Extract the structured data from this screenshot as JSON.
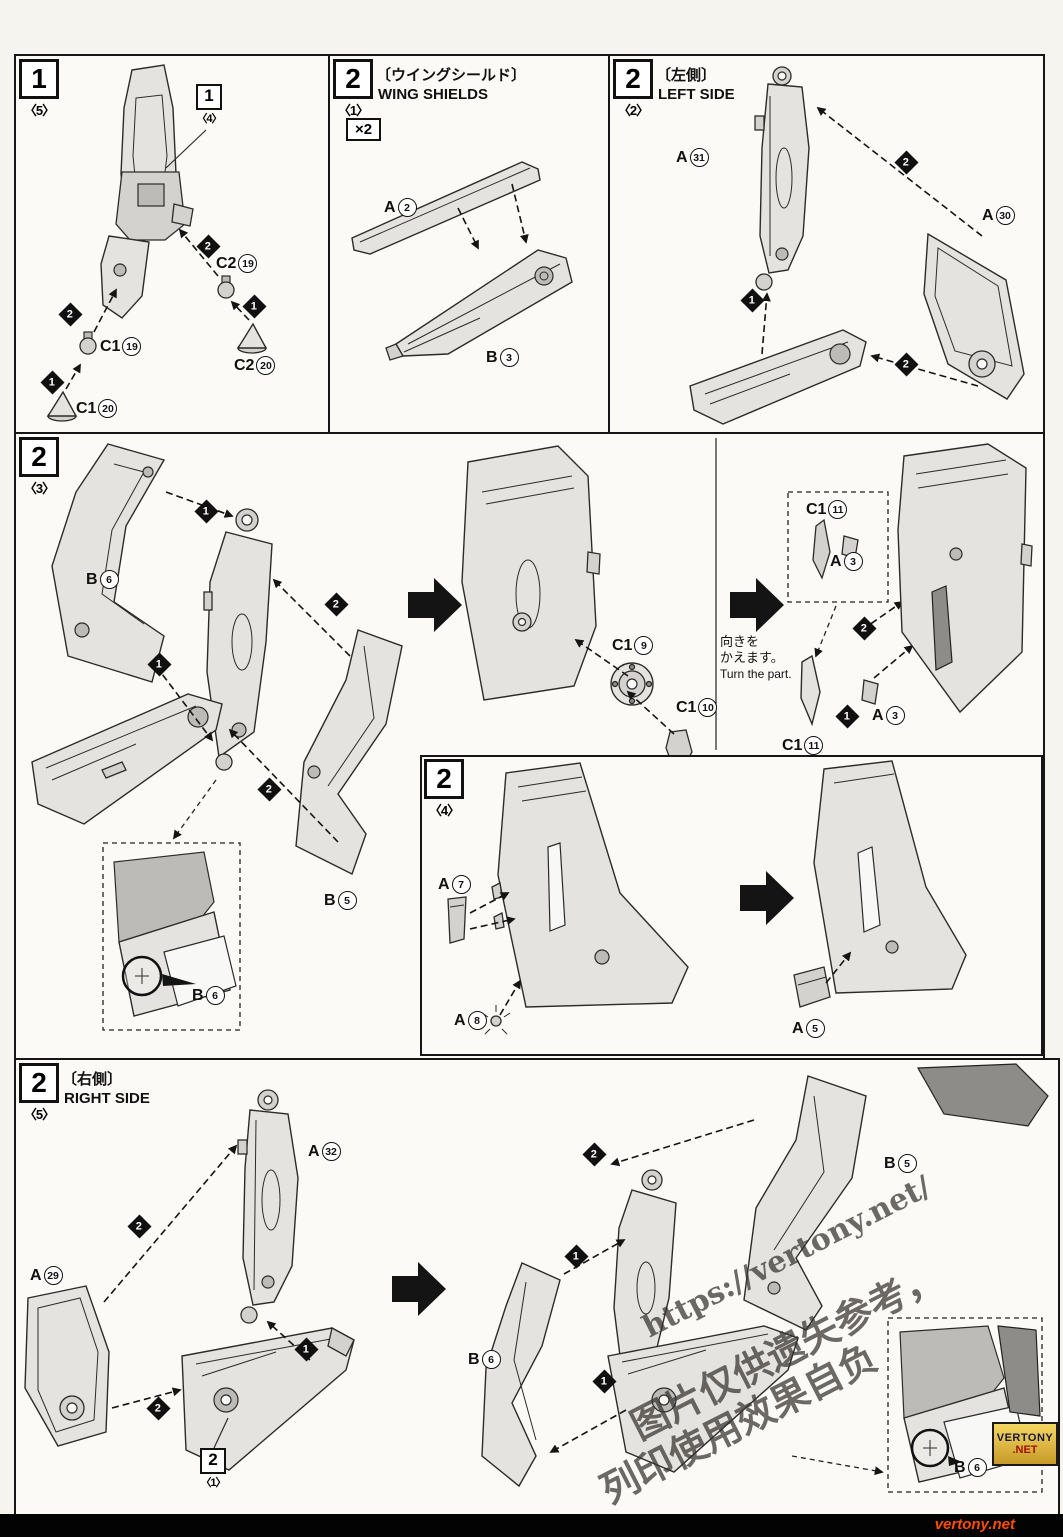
{
  "markers": {
    "one": "1",
    "two": "2"
  },
  "panel1": {
    "step": "1",
    "substep": "〈5〉",
    "callout": {
      "step": "1",
      "substep": "〈4〉"
    },
    "parts": {
      "c2_19": {
        "prefix": "C2",
        "num": "19"
      },
      "c2_20": {
        "prefix": "C2",
        "num": "20"
      },
      "c1_19": {
        "prefix": "C1",
        "num": "19"
      },
      "c1_20": {
        "prefix": "C1",
        "num": "20"
      }
    }
  },
  "panel2": {
    "step": "2",
    "substep": "〈1〉",
    "title_jp": "〔ウイングシールド〕",
    "title_en": "WING SHIELDS",
    "multiplier": "×2",
    "parts": {
      "a2": {
        "prefix": "A",
        "num": "2"
      },
      "b3": {
        "prefix": "B",
        "num": "3"
      }
    }
  },
  "panel3": {
    "step": "2",
    "substep": "〈2〉",
    "title_jp": "〔左側〕",
    "title_en": "LEFT SIDE",
    "parts": {
      "a31": {
        "prefix": "A",
        "num": "31"
      },
      "a30": {
        "prefix": "A",
        "num": "30"
      }
    }
  },
  "panel4": {
    "step": "2",
    "substep": "〈3〉",
    "note_jp_1": "向きを",
    "note_jp_2": "かえます。",
    "note_en": "Turn the part.",
    "parts": {
      "b6": {
        "prefix": "B",
        "num": "6"
      },
      "b5": {
        "prefix": "B",
        "num": "5"
      },
      "b6_inset": {
        "prefix": "B",
        "num": "6"
      },
      "c1_9": {
        "prefix": "C1",
        "num": "9"
      },
      "c1_10": {
        "prefix": "C1",
        "num": "10"
      },
      "c1_11_box": {
        "prefix": "C1",
        "num": "11"
      },
      "a3_box": {
        "prefix": "A",
        "num": "3"
      },
      "a3": {
        "prefix": "A",
        "num": "3"
      },
      "c1_11": {
        "prefix": "C1",
        "num": "11"
      }
    }
  },
  "panel4b": {
    "step": "2",
    "substep": "〈4〉",
    "parts": {
      "a7": {
        "prefix": "A",
        "num": "7"
      },
      "a8": {
        "prefix": "A",
        "num": "8"
      },
      "a5": {
        "prefix": "A",
        "num": "5"
      }
    }
  },
  "panel5": {
    "step": "2",
    "substep": "〈5〉",
    "title_jp": "〔右側〕",
    "title_en": "RIGHT SIDE",
    "callout": {
      "step": "2",
      "substep": "〈1〉"
    },
    "parts": {
      "a32": {
        "prefix": "A",
        "num": "32"
      },
      "a29": {
        "prefix": "A",
        "num": "29"
      },
      "b5": {
        "prefix": "B",
        "num": "5"
      },
      "b6": {
        "prefix": "B",
        "num": "6"
      },
      "b6_inset": {
        "prefix": "B",
        "num": "6"
      }
    }
  },
  "watermark": {
    "url": "https://vertony.net/",
    "line1": "图片仅供遗失参考，",
    "line2": "列印使用效果自负",
    "logo_line1": "VERTONY",
    "logo_line2": ".NET"
  },
  "footer": {
    "site": "vertony.net"
  }
}
